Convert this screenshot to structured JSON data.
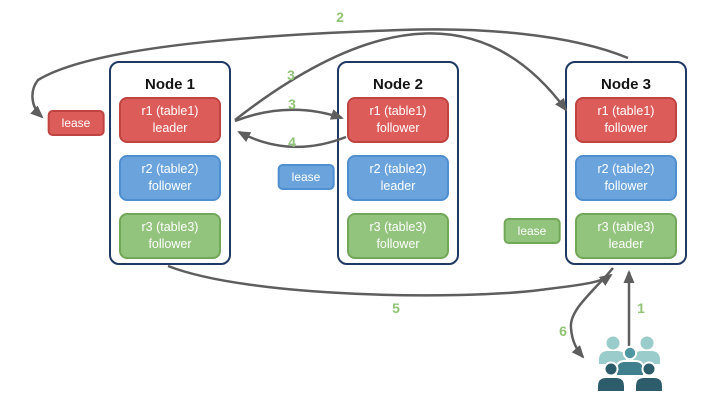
{
  "diagram": {
    "nodes": [
      {
        "title": "Node 1",
        "replicas": [
          {
            "label": "r1 (table1)",
            "role": "leader",
            "color": "red"
          },
          {
            "label": "r2 (table2)",
            "role": "follower",
            "color": "blue"
          },
          {
            "label": "r3 (table3)",
            "role": "follower",
            "color": "green"
          }
        ]
      },
      {
        "title": "Node 2",
        "replicas": [
          {
            "label": "r1 (table1)",
            "role": "follower",
            "color": "red"
          },
          {
            "label": "r2 (table2)",
            "role": "leader",
            "color": "blue"
          },
          {
            "label": "r3 (table3)",
            "role": "follower",
            "color": "green"
          }
        ]
      },
      {
        "title": "Node 3",
        "replicas": [
          {
            "label": "r1 (table1)",
            "role": "follower",
            "color": "red"
          },
          {
            "label": "r2 (table2)",
            "role": "follower",
            "color": "blue"
          },
          {
            "label": "r3 (table3)",
            "role": "leader",
            "color": "green"
          }
        ]
      }
    ],
    "leases": [
      {
        "label": "lease",
        "color": "#dc5c5a"
      },
      {
        "label": "lease",
        "color": "#6ba4dd"
      },
      {
        "label": "lease",
        "color": "#93c47d"
      }
    ],
    "steps": {
      "s1": "1",
      "s2": "2",
      "s3a": "3",
      "s3b": "3",
      "s4": "4",
      "s5": "5",
      "s6": "6"
    },
    "icons": {
      "users": "users-group-icon"
    },
    "colors": {
      "replica_red": "#dc5c5a",
      "replica_red_border": "#bf4340",
      "replica_blue": "#6ba4dd",
      "replica_blue_border": "#4f8fd0",
      "replica_green": "#93c47d",
      "replica_green_border": "#71a758",
      "node_border": "#1f3864",
      "arrow": "#5e5e5e",
      "step_label": "#90c377",
      "users_light": "#9acccb",
      "users_mid": "#4e96a0",
      "users_mid_torso": "#40808e",
      "users_dark": "#2d5c6b"
    }
  }
}
